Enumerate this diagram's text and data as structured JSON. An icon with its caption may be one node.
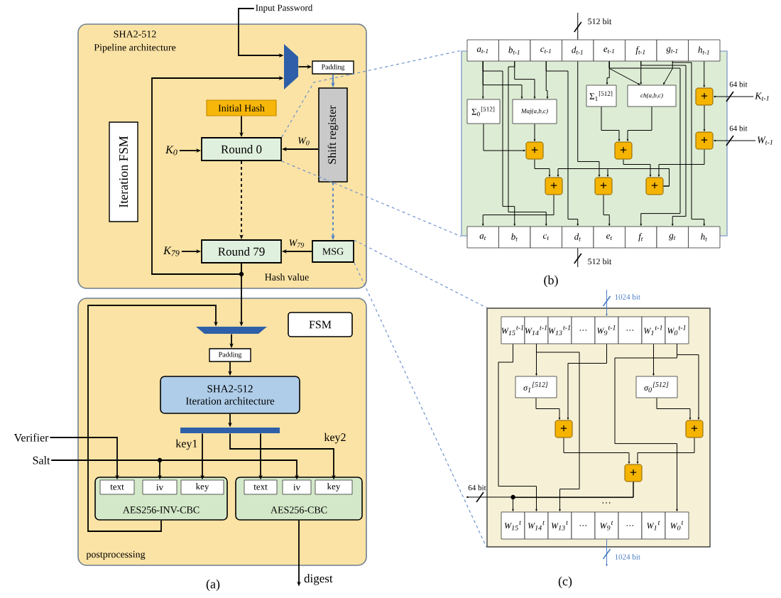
{
  "diagram": {
    "nodes": [
      {
        "text": [
          "SHA2-512",
          "Pipeline architecture"
        ]
      },
      {
        "text": [
          "Iteration FSM"
        ],
        "in": 0
      },
      {
        "text": [],
        "shape": "trapezoid",
        "in": 0
      },
      {
        "text": [
          "Padding"
        ],
        "in": 0
      },
      {
        "text": [
          "Initial Hash"
        ],
        "in": 0
      },
      {
        "text": [
          "Round 0"
        ],
        "in": 0
      },
      {
        "text": [
          "Shift register"
        ],
        "in": 0
      },
      {
        "text": [
          "Round 79"
        ],
        "in": 0
      },
      {
        "text": [
          "MSG"
        ],
        "in": 0
      },
      {
        "text": [
          "K$_{0}$"
        ],
        "in": 0
      },
      {
        "text": [
          "K$_{79}$"
        ],
        "in": 0
      },
      {
        "text": [
          "Input Password"
        ]
      },
      {
        "text": [
          "postprocessing"
        ]
      },
      {
        "text": [
          "FSM"
        ],
        "in": 12
      },
      {
        "text": [],
        "shape": "trapezoid",
        "in": 12
      },
      {
        "text": [
          "Padding"
        ],
        "in": 12
      },
      {
        "text": [
          "SHA2-512",
          "Iteration architecture"
        ],
        "in": 12
      },
      {
        "text": [],
        "shape": "bar",
        "in": 12
      },
      {
        "text": [
          "AES256-INV-CBC"
        ],
        "in": 12
      },
      {
        "text": [
          "text"
        ],
        "in": 18
      },
      {
        "text": [
          "iv"
        ],
        "in": 18
      },
      {
        "text": [
          "key"
        ],
        "in": 18
      },
      {
        "text": [
          "AES256-CBC"
        ],
        "in": 12
      },
      {
        "text": [
          "text"
        ],
        "in": 22
      },
      {
        "text": [
          "iv"
        ],
        "in": 22
      },
      {
        "text": [
          "key"
        ],
        "in": 22
      },
      {
        "text": [
          "Verifier"
        ]
      },
      {
        "text": [
          "Salt"
        ]
      },
      {
        "text": [
          "digest"
        ]
      },
      {
        "text": [],
        "shape": "box"
      },
      {
        "text": [
          "a$_{t-1}$"
        ]
      },
      {
        "text": [
          "b$_{t-1}$"
        ]
      },
      {
        "text": [
          "c$_{t-1}$"
        ]
      },
      {
        "text": [
          "d$_{t-1}$"
        ]
      },
      {
        "text": [
          "e$_{t-1}$"
        ]
      },
      {
        "text": [
          "f$_{t-1}$"
        ]
      },
      {
        "text": [
          "g$_{t-1}$"
        ]
      },
      {
        "text": [
          "h$_{t-1}$"
        ]
      },
      {
        "text": [
          "Σ$_{0}$$^{[512]}$"
        ],
        "in": 29
      },
      {
        "text": [
          "Maj(a,b,c)"
        ],
        "in": 29
      },
      {
        "text": [
          "Σ$_{1}$$^{[512]}$"
        ],
        "in": 29
      },
      {
        "text": [
          "ch(a,b,c)"
        ],
        "in": 29
      },
      {
        "text": [
          "+"
        ],
        "in": 29
      },
      {
        "text": [
          "+"
        ],
        "in": 29
      },
      {
        "text": [
          "+"
        ],
        "in": 29
      },
      {
        "text": [
          "+"
        ],
        "in": 29
      },
      {
        "text": [
          "+"
        ],
        "in": 29
      },
      {
        "text": [
          "+"
        ],
        "in": 29
      },
      {
        "text": [
          "+"
        ],
        "in": 29
      },
      {
        "text": [
          "a$_{t}$"
        ]
      },
      {
        "text": [
          "b$_{t}$"
        ]
      },
      {
        "text": [
          "c$_{t}$"
        ]
      },
      {
        "text": [
          "d$_{t}$"
        ]
      },
      {
        "text": [
          "e$_{t}$"
        ]
      },
      {
        "text": [
          "f$_{t}$"
        ]
      },
      {
        "text": [
          "g$_{t}$"
        ]
      },
      {
        "text": [
          "h$_{t}$"
        ]
      },
      {
        "text": [
          "K$_{t-1}$"
        ]
      },
      {
        "text": [
          "W$_{t-1}$"
        ]
      },
      {
        "text": [],
        "shape": "box"
      },
      {
        "text": [
          "W$_{15}$$^{t-1}$"
        ],
        "in": 59
      },
      {
        "text": [
          "W$_{14}$$^{t-1}$"
        ],
        "in": 59
      },
      {
        "text": [
          "W$_{13}$$^{t-1}$"
        ],
        "in": 59
      },
      {
        "text": [
          "…"
        ],
        "in": 59
      },
      {
        "text": [
          "W$_{9}$$^{t-1}$"
        ],
        "in": 59
      },
      {
        "text": [
          "…"
        ],
        "in": 59
      },
      {
        "text": [
          "W$_{1}$$^{t-1}$"
        ],
        "in": 59
      },
      {
        "text": [
          "W$_{0}$$^{t-1}$"
        ],
        "in": 59
      },
      {
        "text": [
          "σ$_{1}$$^{[512]}$"
        ],
        "in": 59
      },
      {
        "text": [
          "σ$_{0}$$^{[512]}$"
        ],
        "in": 59
      },
      {
        "text": [
          "+"
        ],
        "in": 59
      },
      {
        "text": [
          "+"
        ],
        "in": 59
      },
      {
        "text": [
          "+"
        ],
        "in": 59
      },
      {
        "text": [
          "W$_{15}$$^{t}$"
        ],
        "in": 59
      },
      {
        "text": [
          "W$_{14}$$^{t}$"
        ],
        "in": 59
      },
      {
        "text": [
          "W$_{13}$$^{t}$"
        ],
        "in": 59
      },
      {
        "text": [
          "…"
        ],
        "in": 59
      },
      {
        "text": [
          "W$_{9}$$^{t}$"
        ],
        "in": 59
      },
      {
        "text": [
          "…"
        ],
        "in": 59
      },
      {
        "text": [
          "W$_{1}$$^{t}$"
        ],
        "in": 59
      },
      {
        "text": [
          "W$_{0}$$^{t}$"
        ],
        "in": 59
      }
    ],
    "edges": [
      {
        "from": 11,
        "to": 2,
        "arrow": "to"
      },
      {
        "from": 2,
        "to": 3,
        "arrow": "to"
      },
      {
        "from": 3,
        "to": 6,
        "arrow": "to",
        "color": "#4a7cc4"
      },
      {
        "from": 4,
        "to": 5,
        "arrow": "to"
      },
      {
        "from": 9,
        "to": 5,
        "arrow": "to"
      },
      {
        "from": 6,
        "to": 5,
        "arrow": "to",
        "label": "W$_{0}$"
      },
      {
        "from": 5,
        "to": 7,
        "arrow": "to",
        "style": "dashed"
      },
      {
        "from": 6,
        "to": 8,
        "arrow": "to",
        "style": "dashed",
        "color": "#4a7cc4"
      },
      {
        "from": 8,
        "to": 7,
        "arrow": "to",
        "label": "W$_{79}$"
      },
      {
        "from": 10,
        "to": 7,
        "arrow": "to"
      },
      {
        "from": 7,
        "to": 2,
        "arrow": "to"
      },
      {
        "from": 7,
        "to": 14,
        "arrow": "to"
      },
      {
        "from": 18,
        "to": 14,
        "arrow": "to"
      },
      {
        "from": 14,
        "to": 15,
        "arrow": "to"
      },
      {
        "from": 15,
        "to": 16,
        "arrow": "to"
      },
      {
        "from": 16,
        "to": 17,
        "arrow": "to"
      },
      {
        "from": 17,
        "to": 21,
        "arrow": "to",
        "label": "key1"
      },
      {
        "from": 17,
        "to": 23,
        "arrow": "to"
      },
      {
        "from": 17,
        "to": 25,
        "arrow": "to",
        "label": "key2"
      },
      {
        "from": 26,
        "to": 19,
        "arrow": "to"
      },
      {
        "from": 27,
        "to": 20,
        "arrow": "to"
      },
      {
        "from": 27,
        "to": 24,
        "arrow": "to"
      },
      {
        "from": 22,
        "to": 28,
        "arrow": "to"
      },
      {
        "from": 5,
        "to": 29,
        "arrow": "none",
        "style": "dashed",
        "color": "#6e94cc"
      },
      {
        "from": 5,
        "to": 29,
        "arrow": "none",
        "style": "dashed",
        "color": "#6e94cc"
      },
      {
        "from": 8,
        "to": 59,
        "arrow": "none",
        "style": "dashed",
        "color": "#6e94cc"
      },
      {
        "from": 8,
        "to": 59,
        "arrow": "none",
        "style": "dashed",
        "color": "#6e94cc"
      },
      {
        "from": null,
        "to": 33,
        "arrow": "none",
        "label": "512 bit"
      },
      {
        "from": 52,
        "to": null,
        "arrow": "none",
        "label": "512 bit"
      },
      {
        "from": 30,
        "to": 38,
        "arrow": "to"
      },
      {
        "from": 30,
        "to": 39,
        "arrow": "to"
      },
      {
        "from": 31,
        "to": 39,
        "arrow": "to"
      },
      {
        "from": 32,
        "to": 39,
        "arrow": "to"
      },
      {
        "from": 34,
        "to": 40,
        "arrow": "to"
      },
      {
        "from": 34,
        "to": 41,
        "arrow": "to"
      },
      {
        "from": 35,
        "to": 41,
        "arrow": "to"
      },
      {
        "from": 36,
        "to": 41,
        "arrow": "to"
      },
      {
        "from": 37,
        "to": 44,
        "arrow": "to"
      },
      {
        "from": 57,
        "to": 44,
        "arrow": "to",
        "label": "64 bit"
      },
      {
        "from": 44,
        "to": 45,
        "arrow": "to"
      },
      {
        "from": 58,
        "to": 45,
        "arrow": "to",
        "label": "64 bit"
      },
      {
        "from": 38,
        "to": 42,
        "arrow": "to"
      },
      {
        "from": 39,
        "to": 42,
        "arrow": "to"
      },
      {
        "from": 40,
        "to": 43,
        "arrow": "to"
      },
      {
        "from": 41,
        "to": 43,
        "arrow": "to"
      },
      {
        "from": 43,
        "to": 48,
        "arrow": "to"
      },
      {
        "from": 45,
        "to": 48,
        "arrow": "to"
      },
      {
        "from": 48,
        "to": 46,
        "arrow": "to"
      },
      {
        "from": 48,
        "to": 47,
        "arrow": "to"
      },
      {
        "from": 42,
        "to": 46,
        "arrow": "to"
      },
      {
        "from": 33,
        "to": 47,
        "arrow": "to"
      },
      {
        "from": 46,
        "to": 49,
        "arrow": "to"
      },
      {
        "from": 47,
        "to": 53,
        "arrow": "to"
      },
      {
        "from": 30,
        "to": 50,
        "arrow": "to"
      },
      {
        "from": 31,
        "to": 51,
        "arrow": "to"
      },
      {
        "from": 32,
        "to": 52,
        "arrow": "to"
      },
      {
        "from": 34,
        "to": 54,
        "arrow": "to"
      },
      {
        "from": 35,
        "to": 55,
        "arrow": "to"
      },
      {
        "from": 36,
        "to": 56,
        "arrow": "to"
      },
      {
        "from": null,
        "to": 64,
        "arrow": "to",
        "label": "1024 bit",
        "color": "#4a7cc4"
      },
      {
        "from": 77,
        "to": null,
        "arrow": "to",
        "label": "1024 bit",
        "color": "#4a7cc4"
      },
      {
        "from": 60,
        "to": 74,
        "arrow": "to"
      },
      {
        "from": 61,
        "to": 68,
        "arrow": "to"
      },
      {
        "from": 61,
        "to": 75,
        "arrow": "to"
      },
      {
        "from": 64,
        "to": 70,
        "arrow": "to"
      },
      {
        "from": 68,
        "to": 70,
        "arrow": "to"
      },
      {
        "from": 66,
        "to": 69,
        "arrow": "to"
      },
      {
        "from": 67,
        "to": 71,
        "arrow": "to"
      },
      {
        "from": 69,
        "to": 71,
        "arrow": "to"
      },
      {
        "from": 67,
        "to": 80,
        "arrow": "to"
      },
      {
        "from": 70,
        "to": 72,
        "arrow": "to"
      },
      {
        "from": 71,
        "to": 72,
        "arrow": "to"
      },
      {
        "from": 72,
        "to": 73,
        "arrow": "to"
      },
      {
        "from": 72,
        "to": null,
        "arrow": "to",
        "label": "64 bit"
      }
    ],
    "labels": [
      "Hash value",
      "(a)",
      "(b)",
      "(c)",
      "…"
    ]
  }
}
